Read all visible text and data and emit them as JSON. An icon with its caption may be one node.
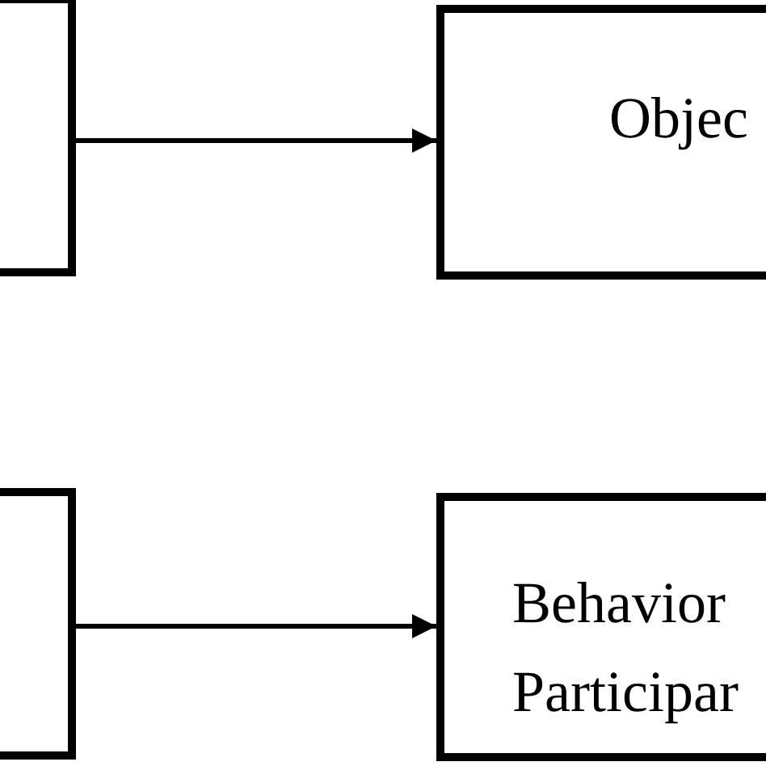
{
  "diagram": {
    "nodes": [
      {
        "text": [],
        "shape": "box"
      },
      {
        "text": [
          "Objec"
        ]
      },
      {
        "text": [],
        "shape": "box"
      },
      {
        "text": [
          "Behavior Participar"
        ]
      }
    ],
    "edges": [
      {
        "from": 0,
        "to": 1,
        "arrow": "to"
      },
      {
        "from": 2,
        "to": 3,
        "arrow": "to"
      }
    ]
  }
}
